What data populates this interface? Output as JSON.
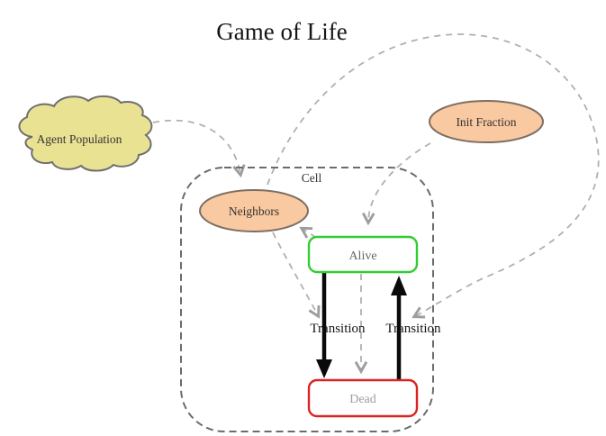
{
  "diagram": {
    "title": "Game of Life",
    "nodes": {
      "agent_population": {
        "label": "Agent Population",
        "shape": "cloud",
        "fill": "#eae293"
      },
      "init_fraction": {
        "label": "Init Fraction",
        "shape": "ellipse",
        "fill": "#f9c9a1"
      },
      "neighbors": {
        "label": "Neighbors",
        "shape": "ellipse",
        "fill": "#f9c9a1"
      },
      "cell_container": {
        "label": "Cell",
        "shape": "dashed-rounded-frame"
      },
      "alive_state": {
        "label": "Alive",
        "shape": "rounded-rect",
        "border": "#33cc33"
      },
      "dead_state": {
        "label": "Dead",
        "shape": "rounded-rect",
        "border": "#dd2222"
      }
    },
    "transitions": {
      "alive_to_dead": {
        "label": "Transition",
        "direction": "down"
      },
      "dead_to_alive": {
        "label": "Transition",
        "direction": "up"
      }
    },
    "links": [
      {
        "from": "Agent Population",
        "to": "Neighbors",
        "style": "dashed-gray"
      },
      {
        "from": "Init Fraction",
        "to": "Alive",
        "style": "dashed-gray"
      },
      {
        "from": "Alive",
        "to": "Neighbors",
        "style": "dashed-gray"
      },
      {
        "from": "Neighbors",
        "to": "Transition (Alive to Dead)",
        "style": "dashed-gray"
      },
      {
        "from": "Alive",
        "to": "Dead",
        "style": "dashed-gray"
      },
      {
        "from": "Neighbors",
        "to": "Transition (Dead to Alive)",
        "style": "dashed-gray-long-curve"
      }
    ],
    "colors": {
      "background": "#ffffff",
      "cloud_fill": "#eae293",
      "node_fill": "#f9c9a1",
      "alive_border": "#33cc33",
      "dead_border": "#dd2222",
      "link_gray": "#b0b0b0",
      "frame_gray": "#6b6b6b",
      "solid_arrow": "#0a0a0a"
    }
  }
}
